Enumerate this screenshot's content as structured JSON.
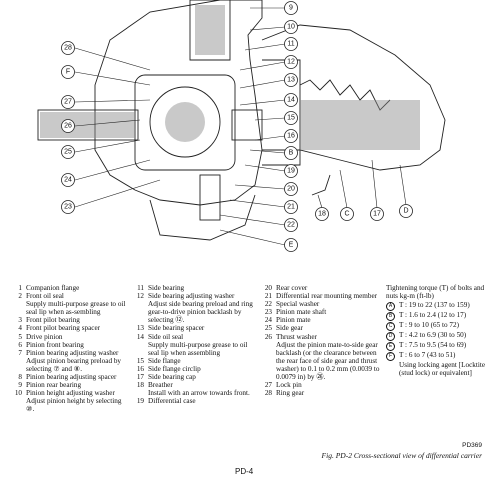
{
  "callouts": {
    "c9": "9",
    "c10": "10",
    "c11": "11",
    "c12": "12",
    "c13": "13",
    "c14": "14",
    "c15": "15",
    "c16": "16",
    "cB": "B",
    "c19": "19",
    "c20": "20",
    "c21": "21",
    "c22": "22",
    "cE": "E",
    "c28": "28",
    "cF": "F",
    "c27": "27",
    "c26": "26",
    "c25": "25",
    "c24": "24",
    "c23": "23",
    "c18": "18",
    "cC": "C",
    "c17": "17",
    "cD": "D"
  },
  "legend": {
    "col1": [
      {
        "num": "1",
        "text": "Companion flange"
      },
      {
        "num": "2",
        "text": "Front oil seal"
      },
      {
        "num": "",
        "text": "Supply multi-purpose grease to oil seal lip when as-sembling"
      },
      {
        "num": "3",
        "text": "Front pilot bearing"
      },
      {
        "num": "4",
        "text": "Front pilot bearing spacer"
      },
      {
        "num": "5",
        "text": "Drive pinion"
      },
      {
        "num": "6",
        "text": "Pinion front bearing"
      },
      {
        "num": "7",
        "text": "Pinion bearing adjusting washer"
      },
      {
        "num": "",
        "text": "Adjust pinion bearing preload by selecting ⑦ and ⑧."
      },
      {
        "num": "8",
        "text": "Pinion bearing adjusting spacer"
      },
      {
        "num": "9",
        "text": "Pinion rear bearing"
      },
      {
        "num": "10",
        "text": "Pinion height adjusting washer"
      },
      {
        "num": "",
        "text": "Adjust pinion height by selecting ⑩."
      }
    ],
    "col2": [
      {
        "num": "11",
        "text": "Side bearing"
      },
      {
        "num": "12",
        "text": "Side bearing adjusting washer"
      },
      {
        "num": "",
        "text": "Adjust side bearing preload and ring gear-to-drive pinion backlash by selecting ⑫."
      },
      {
        "num": "13",
        "text": "Side bearing spacer"
      },
      {
        "num": "14",
        "text": "Side oil seal"
      },
      {
        "num": "",
        "text": "Supply multi-purpose grease to oil seal lip when assembling"
      },
      {
        "num": "15",
        "text": "Side flange"
      },
      {
        "num": "16",
        "text": "Side flange circlip"
      },
      {
        "num": "17",
        "text": "Side bearing cap"
      },
      {
        "num": "18",
        "text": "Breather"
      },
      {
        "num": "",
        "text": "Install with an arrow towards front."
      },
      {
        "num": "19",
        "text": "Differential case"
      }
    ],
    "col3": [
      {
        "num": "20",
        "text": "Rear cover"
      },
      {
        "num": "21",
        "text": "Differential rear mounting member"
      },
      {
        "num": "22",
        "text": "Special washer"
      },
      {
        "num": "23",
        "text": "Pinion mate shaft"
      },
      {
        "num": "24",
        "text": "Pinion mate"
      },
      {
        "num": "25",
        "text": "Side gear"
      },
      {
        "num": "26",
        "text": "Thrust washer"
      },
      {
        "num": "",
        "text": "Adjust the pinion mate-to-side gear backlash (or the clearance between the rear face of side gear and thrust washer) to 0.1 to 0.2 mm (0.0039 to 0.0079 in) by ㉖."
      },
      {
        "num": "27",
        "text": "Lock pin"
      },
      {
        "num": "28",
        "text": "Ring gear"
      }
    ],
    "torque": {
      "heading": "Tightening torque (T) of bolts and nuts  kg-m (ft-lb)",
      "rows": [
        {
          "key": "A",
          "text": "T : 19 to 22 (137 to 159)"
        },
        {
          "key": "B",
          "text": "T : 1.6 to 2.4 (12 to 17)"
        },
        {
          "key": "C",
          "text": "T : 9 to 10 (65 to 72)"
        },
        {
          "key": "D",
          "text": "T : 4.2 to 6.9 (30 to 50)"
        },
        {
          "key": "E",
          "text": "T : 7.5 to 9.5 (54 to 69)"
        },
        {
          "key": "F",
          "text": "T : 6 to 7 (43 to 51)"
        }
      ],
      "note": "Using locking agent [Locktite (stud lock) or equivalent]"
    }
  },
  "footer": {
    "code": "PD369",
    "caption": "Fig. PD-2  Cross-sectional view of differential carrier",
    "page": "PD-4"
  }
}
